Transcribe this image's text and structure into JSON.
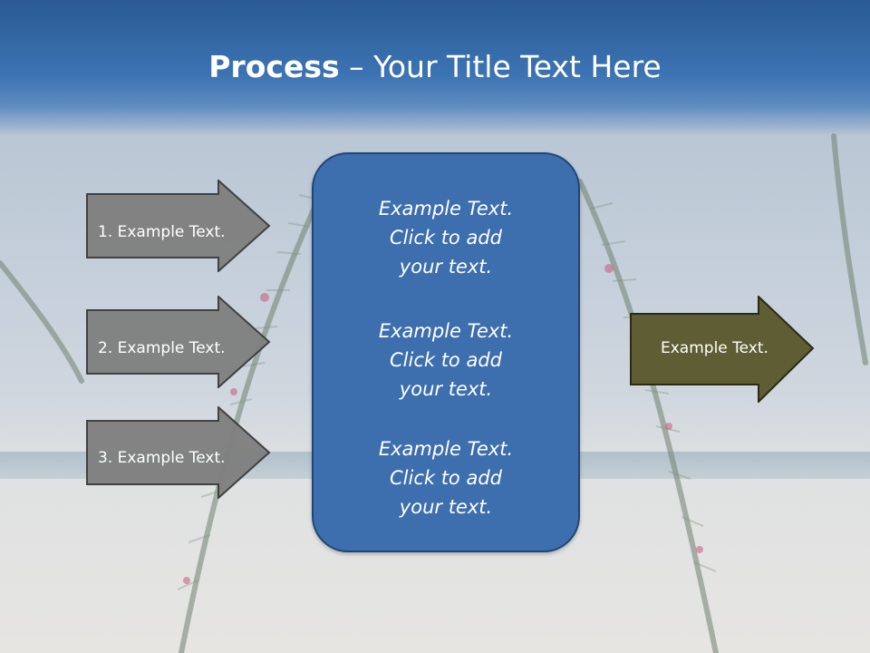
{
  "title": {
    "bold": "Process",
    "rest": " – Your Title Text Here"
  },
  "left_arrows": [
    {
      "label": "1. Example Text."
    },
    {
      "label": "2. Example Text."
    },
    {
      "label": "3. Example Text."
    }
  ],
  "panel": {
    "blocks": [
      {
        "lines": [
          "Example Text.",
          "Click  to add",
          "your text."
        ]
      },
      {
        "lines": [
          "Example Text.",
          "Click  to add",
          "your text."
        ]
      },
      {
        "lines": [
          "Example Text.",
          "Click  to add",
          "your text."
        ]
      }
    ]
  },
  "right_arrow": {
    "label": "Example Text."
  },
  "colors": {
    "header_blue": "#3c73b3",
    "arrow_gray": "#7f7f7f",
    "panel_blue": "#3d6ead",
    "output_olive": "#5e5d33"
  }
}
